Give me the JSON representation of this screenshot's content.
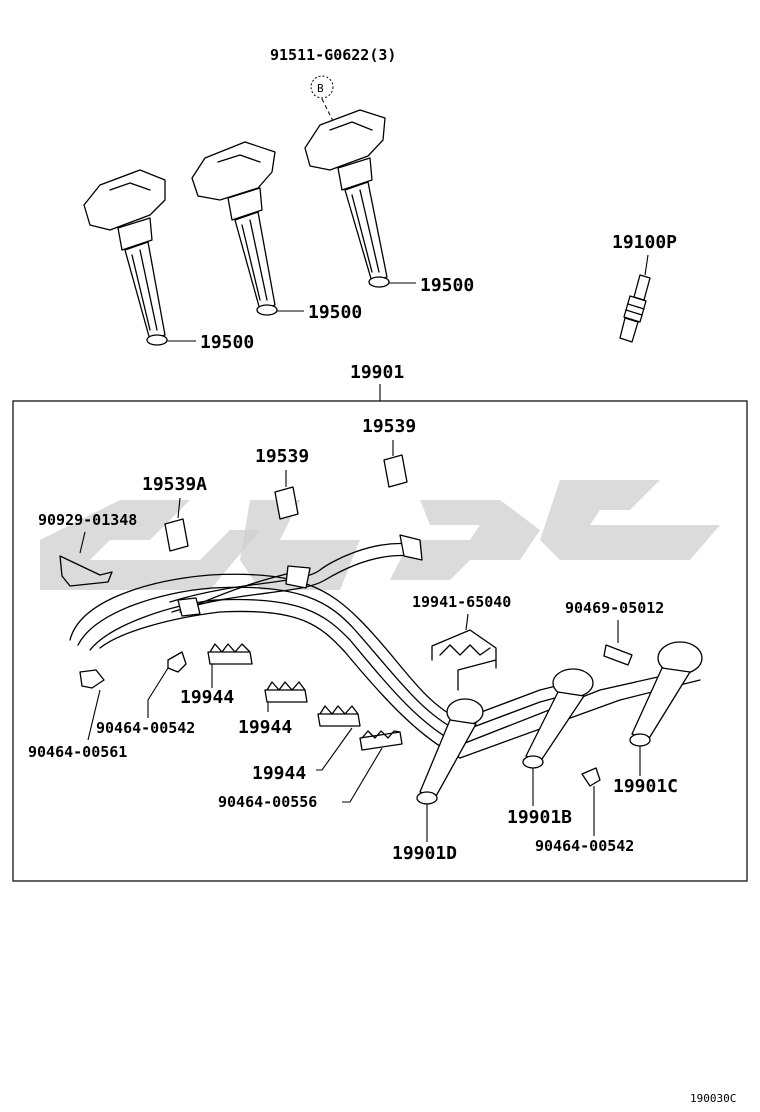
{
  "diagram": {
    "figure_code": "190030C",
    "callout_letter": "B",
    "box_label": "19901",
    "labels": {
      "coil_bolt": "91511-G0622(3)",
      "coil_1": "19500",
      "coil_2": "19500",
      "coil_3": "19500",
      "spark_plug": "19100P",
      "cap_a": "19539",
      "cap_b": "19539",
      "cap_c": "19539A",
      "clamp_1": "90929-01348",
      "clamp_2": "19941-65040",
      "clamp_3": "90469-05012",
      "holder_1": "19944",
      "holder_2": "19944",
      "holder_3": "19944",
      "clip_1": "90464-00542",
      "clip_2": "90464-00561",
      "clip_3": "90464-00556",
      "clip_4": "90464-00542",
      "cord_b": "19901B",
      "cord_c": "19901C",
      "cord_d": "19901D"
    }
  }
}
